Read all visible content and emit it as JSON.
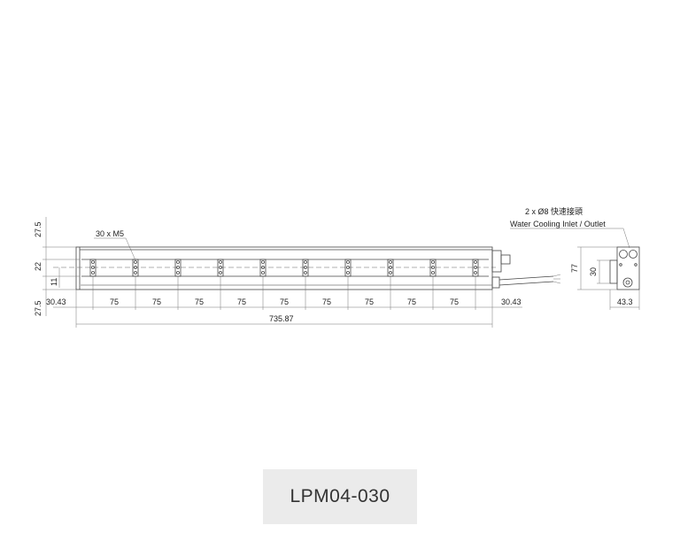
{
  "drawing": {
    "callout_holes": "30 x M5",
    "callout_water_cn": "2 x Ø8 快速接頭",
    "callout_water_en": "Water Cooling Inlet / Outlet",
    "dims": {
      "top_margin": "27.5",
      "height": "22",
      "half_height": "11",
      "bottom_margin": "27.5",
      "left_offset": "30.43",
      "right_offset": "30.43",
      "pitch": "75",
      "total_length": "735.87",
      "side_height": "77",
      "side_inner": "30",
      "side_width": "43.3"
    }
  },
  "model_label": "LPM04-030"
}
